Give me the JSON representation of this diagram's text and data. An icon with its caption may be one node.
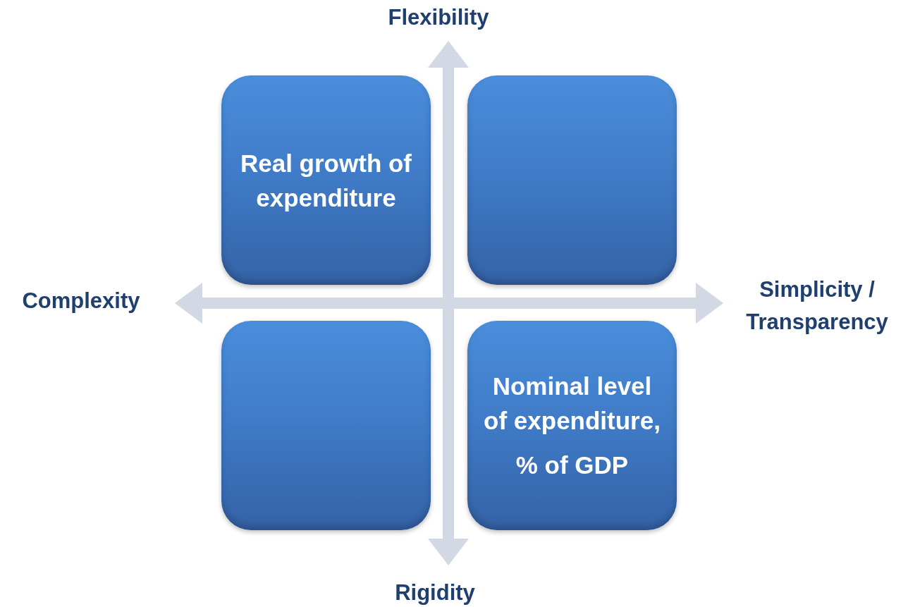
{
  "diagram": {
    "nodes": [
      {
        "text": [
          "Real growth of expenditure"
        ]
      },
      {
        "text": [],
        "shape": "box"
      },
      {
        "text": [],
        "shape": "box"
      },
      {
        "text": [
          "Nominal level of expenditure,",
          "% of GDP"
        ]
      }
    ],
    "labels": [
      "Flexibility",
      "Complexity",
      "Simplicity / Transparency",
      "Rigidity"
    ]
  }
}
